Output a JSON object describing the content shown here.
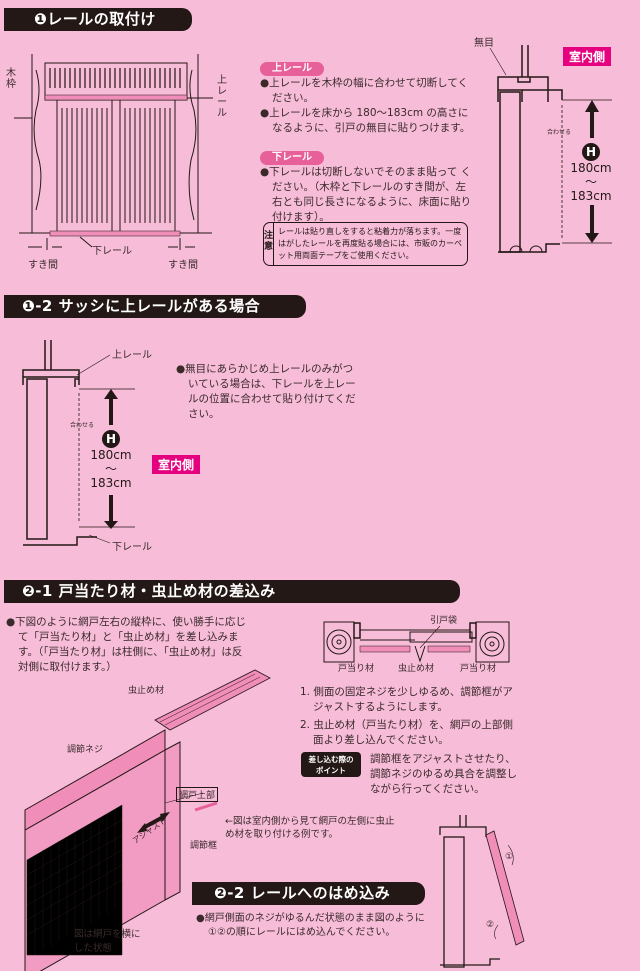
{
  "section1": {
    "title": "❶レールの取付け",
    "upper_rail_tag": "上レール",
    "upper_rail_items": [
      "●上レールを木枠の幅に合わせて切断してください。",
      "●上レールを床から 180～183cm の高さになるように、引戸の無目に貼りつけます。"
    ],
    "lower_rail_tag": "下レール",
    "lower_rail_items": [
      "●下レールは切断しないでそのまま貼って ください。（木枠と下レールのすき間が、左右とも同じ長さになるように、床面に貼り付けます）。"
    ],
    "caution_label": "注意",
    "caution_text": "レールは貼り直しをすると粘着力が落ちます。一度はがしたレールを再度貼る場合には、市販のカーペット用両面テープをご使用ください。",
    "fig_labels": {
      "frame": "木枠",
      "upper_rail": "上レール",
      "lower_rail": "下レール",
      "gap_left": "すき間",
      "gap_right": "すき間"
    },
    "side_fig": {
      "mullion": "無目",
      "indoor": "室内側",
      "align": "合わせる",
      "h": "H",
      "h_min": "180cm",
      "tilde": "～",
      "h_max": "183cm"
    }
  },
  "section1_2": {
    "title": "❶-2 サッシに上レールがある場合",
    "text": "●無目にあらかじめ上レールのみがついている場合は、下レールを上レールの位置に合わせて貼り付けてください。",
    "fig": {
      "upper_rail": "上レール",
      "lower_rail": "下レール",
      "align": "合わせる",
      "h": "H",
      "h_min": "180cm",
      "tilde": "～",
      "h_max": "183cm",
      "indoor": "室内側"
    }
  },
  "section2_1": {
    "title": "❷-1 戸当たり材・虫止め材の差込み",
    "text": "●下図のように網戸左右の縦枠に、使い勝手に応じて「戸当たり材」と「虫止め材」を差し込みます。（「戸当たり材」は柱側に、「虫止め材」は反対側に取付けます。）",
    "cross_labels": {
      "door_pull": "引戸袋",
      "stop_left": "戸当り材",
      "bug_stop": "虫止め材",
      "stop_right": "戸当り材"
    },
    "steps": [
      "1. 側面の固定ネジを少しゆるめ、調節框がアジャストするようにします。",
      "2. 虫止め材（戸当たり材）を、網戸の上部側面より差し込んでください。"
    ],
    "point_label": "差し込む際のポイント",
    "point_text": "調節框をアジャストさせたり、調節ネジのゆるめ具合を調整しながら行ってください。",
    "illus_labels": {
      "bug_stop": "虫止め材",
      "screw": "調節ネジ",
      "screen_top": "網戸上部",
      "adjust": "アジャスト",
      "frame": "調節框",
      "sideways": "図は網戸を横にした状態"
    },
    "note": "←図は室内側から見て網戸の左側に虫止め材を取り付ける例です。"
  },
  "section2_2": {
    "title": "❷-2 レールへのはめ込み",
    "text": "●網戸側面のネジがゆるんだ状態のまま図のように①②の順にレールにはめ込んでください。",
    "steps_marks": [
      "①",
      "②"
    ]
  },
  "colors": {
    "background": "#f7bcd8",
    "header": "#231815",
    "accent": "#e4007f",
    "tag": "#e8609a",
    "rail": "#f08db8"
  }
}
